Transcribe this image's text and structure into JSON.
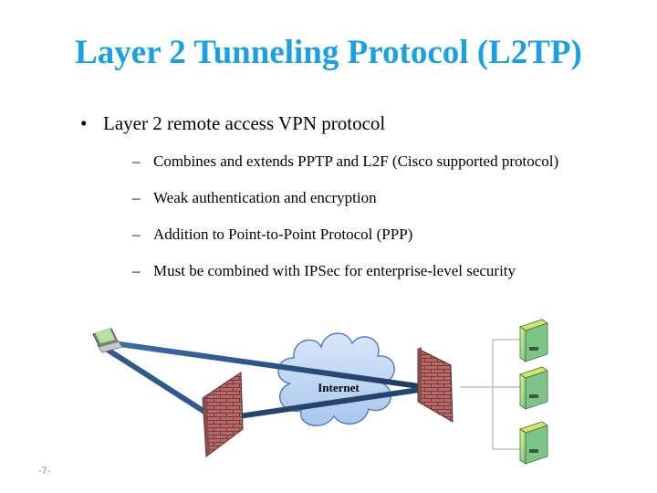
{
  "slide": {
    "title": "Layer 2 Tunneling Protocol (L2TP)",
    "bullet_glyph": "•",
    "dash_glyph": "–",
    "bullet": "Layer 2 remote access VPN protocol",
    "sub_bullets": [
      "Combines and extends PPTP and L2F (Cisco supported protocol)",
      "Weak authentication and encryption",
      "Addition to Point-to-Point Protocol (PPP)",
      "Must be combined with IPSec for enterprise-level security"
    ],
    "page_number": "-7-"
  },
  "diagram": {
    "cloud_label": "Internet",
    "icons": [
      "client-computer-icon",
      "firewall-icon",
      "server-icon"
    ]
  }
}
